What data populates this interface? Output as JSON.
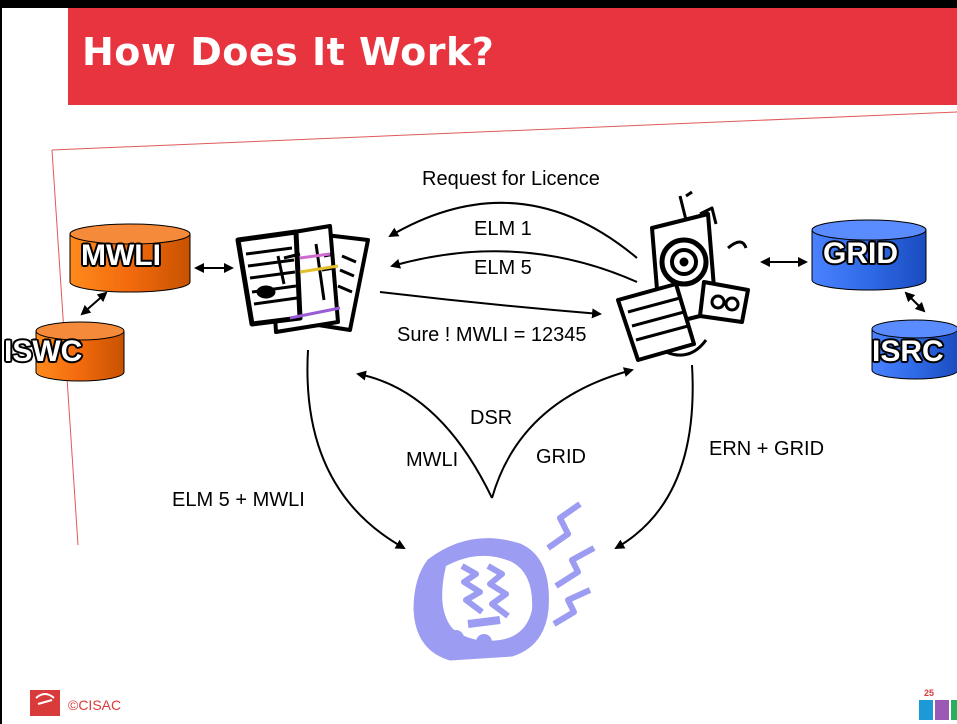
{
  "slide": {
    "title": "How Does It Work?",
    "footer": "©CISAC",
    "page_number": "25",
    "accent_color": "#e8343f"
  },
  "databases": {
    "mwli": "MWLI",
    "iswc": "ISWC",
    "grid": "GRID",
    "isrc": "ISRC"
  },
  "flows": {
    "request": "Request for Licence",
    "elm1": "ELM 1",
    "elm5": "ELM 5",
    "reply": "Sure ! MWLI = 12345",
    "dsr": "DSR",
    "dsr_mwli": "MWLI",
    "dsr_grid": "GRID",
    "elm5_mwli": "ELM 5 + MWLI",
    "ern_grid": "ERN + GRID"
  },
  "icons": {
    "sheet_music": "sheet-music-clipart-icon",
    "speaker": "music-speaker-clipart-icon",
    "radio": "radio-clipart-icon",
    "logo": "cisac-logo-icon"
  },
  "colors": {
    "mwli_iswc": "#f26a0d",
    "grid_isrc": "#2f6ae6",
    "radio": "#9c9cf2"
  }
}
